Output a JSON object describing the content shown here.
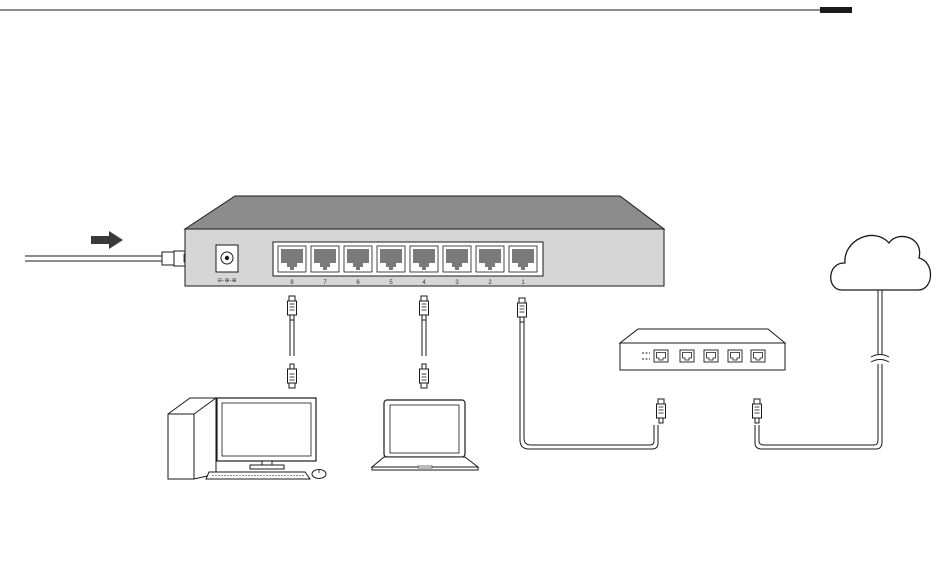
{
  "switch": {
    "port_labels": [
      "8",
      "7",
      "6",
      "5",
      "4",
      "3",
      "2",
      "1"
    ],
    "power_symbol": "⊖-⊕-⊕"
  },
  "icons": {
    "power_cable": "power-plug-icon",
    "power_arrow": "arrow-right-icon",
    "desktop": "desktop-computer-icon",
    "laptop": "laptop-icon",
    "router": "router-icon",
    "internet": "cloud-icon",
    "ethernet": "ethernet-connector-icon"
  },
  "colors": {
    "line": "#1a1a1a",
    "switch_top": "#8c8c8c",
    "switch_front": "#d6d6d6",
    "port": "#7a7a7a",
    "arrow": "#3a3a3a"
  }
}
